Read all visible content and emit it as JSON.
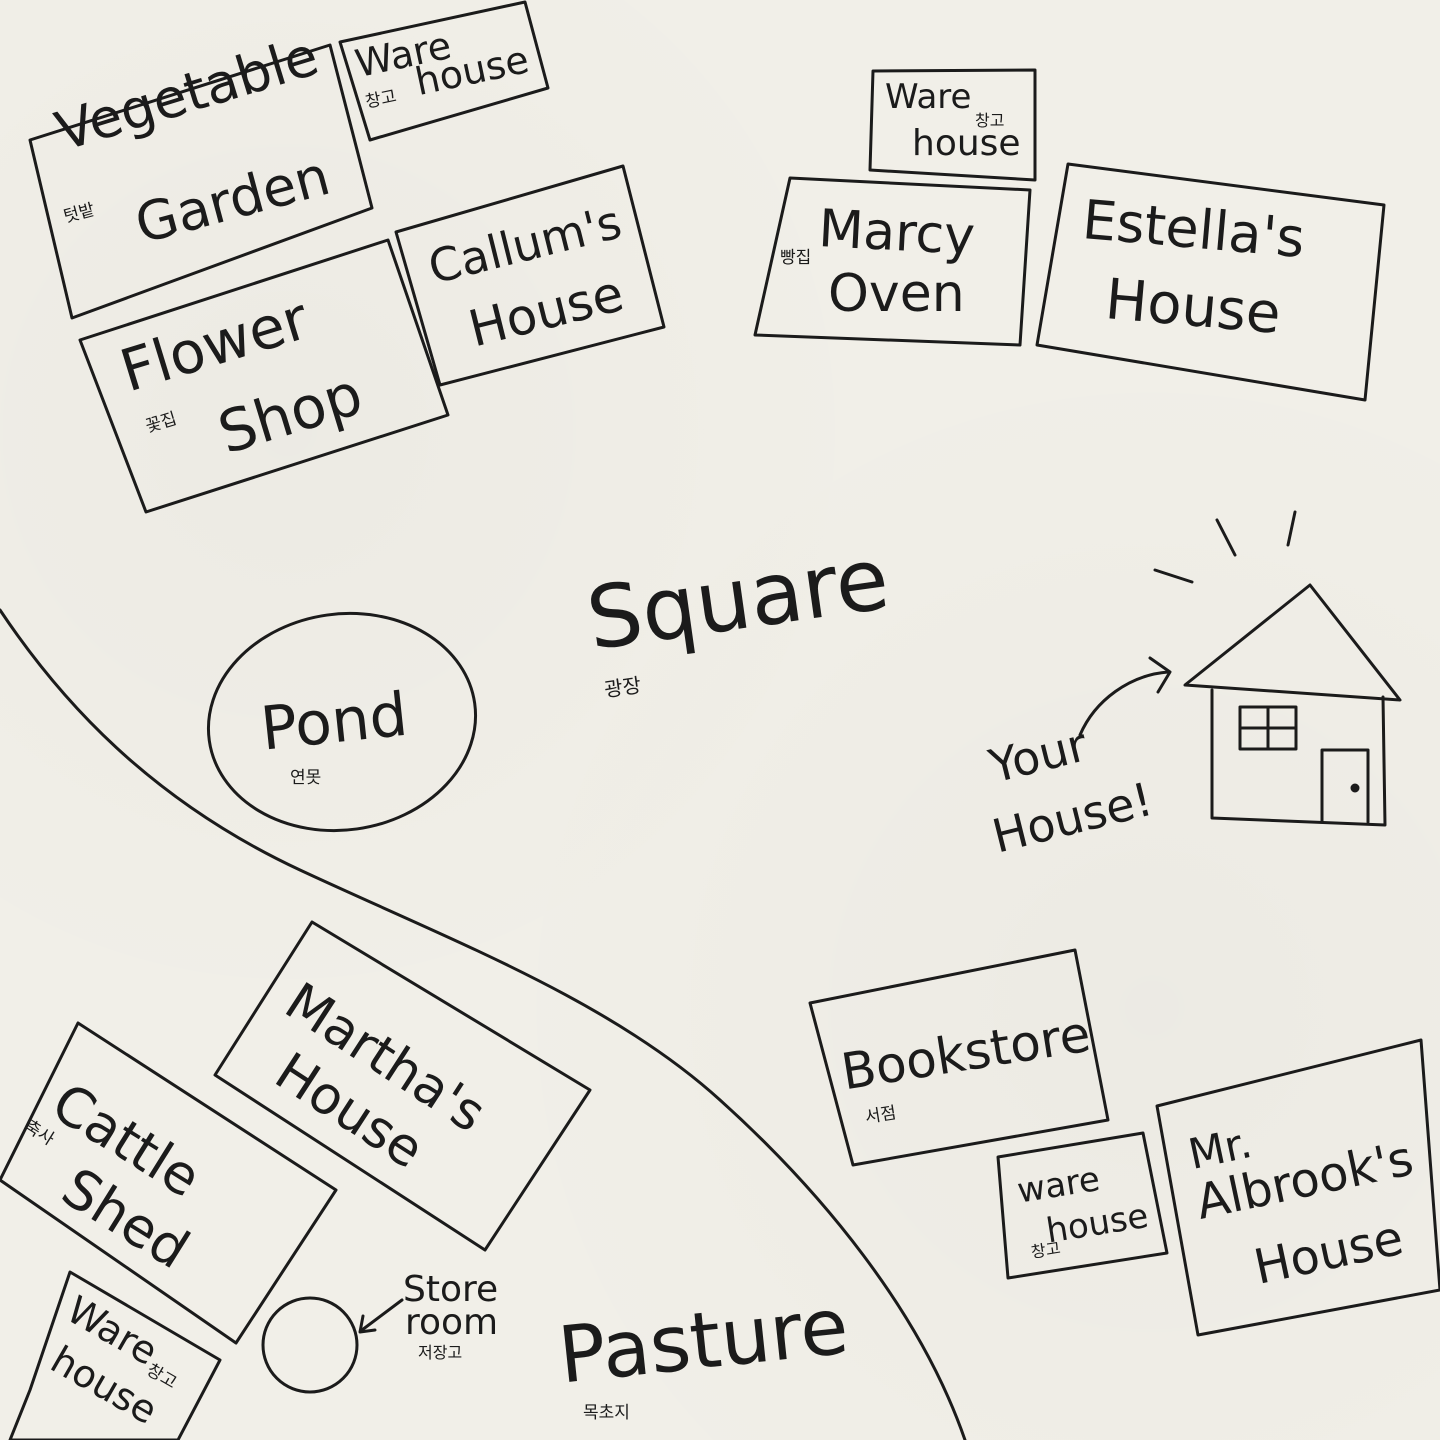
{
  "places": {
    "vegetable_garden": {
      "line1": "Vegetable",
      "line2": "Garden",
      "korean": "텃밭"
    },
    "warehouse_nw": {
      "line1": "Ware",
      "line2": "house",
      "korean": "창고"
    },
    "callums_house": {
      "line1": "Callum's",
      "line2": "House"
    },
    "flower_shop": {
      "line1": "Flower",
      "line2": "Shop",
      "korean": "꽃집"
    },
    "warehouse_ne": {
      "line1": "Ware",
      "line2": "house",
      "korean": "창고"
    },
    "marcy_oven": {
      "line1": "Marcy",
      "line2": "Oven",
      "korean": "빵집"
    },
    "estellas_house": {
      "line1": "Estella's",
      "line2": "House"
    },
    "square": {
      "name": "Square",
      "korean": "광장"
    },
    "pond": {
      "name": "Pond",
      "korean": "연못"
    },
    "your_house": {
      "line1": "Your",
      "line2": "House!"
    },
    "marthas_house": {
      "line1": "Martha's",
      "line2": "House"
    },
    "cattle_shed": {
      "line1": "Cattle",
      "line2": "Shed",
      "korean": "축사"
    },
    "warehouse_sw": {
      "line1": "Ware",
      "line2": "house",
      "korean": "창고"
    },
    "storeroom": {
      "line1": "Store",
      "line2": "room",
      "korean": "저장고"
    },
    "pasture": {
      "name": "Pasture",
      "korean": "목초지"
    },
    "bookstore": {
      "name": "Bookstore",
      "korean": "서점"
    },
    "warehouse_se": {
      "line1": "ware",
      "line2": "house",
      "korean": "창고"
    },
    "mr_albrooks_house": {
      "line1": "Mr.",
      "line2": "Albrook's",
      "line3": "House"
    }
  },
  "style": {
    "ink": "#1b1b1b",
    "paper": "#f1efe8"
  }
}
